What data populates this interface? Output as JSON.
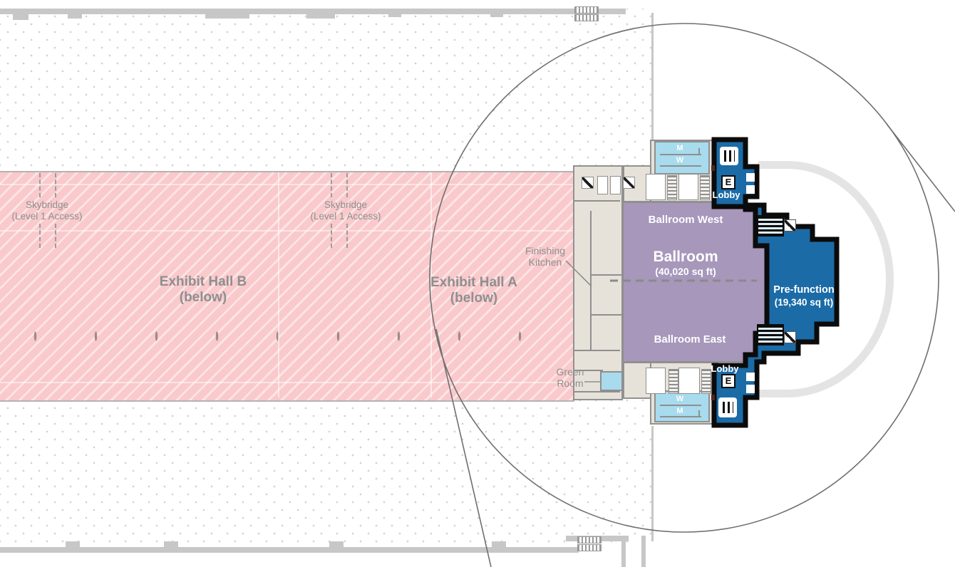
{
  "plan": {
    "exhibit_hall_b": {
      "name": "Exhibit Hall B",
      "below": "(below)"
    },
    "exhibit_hall_a": {
      "name": "Exhibit Hall A",
      "below": "(below)"
    },
    "skybridge_west": {
      "name": "Skybridge",
      "access": "(Level 1 Access)"
    },
    "skybridge_east": {
      "name": "Skybridge",
      "access": "(Level 1 Access)"
    },
    "finishing_kitchen": {
      "line1": "Finishing",
      "line2": "Kitchen"
    },
    "green_room": {
      "line1": "Green",
      "line2": "Room"
    },
    "ballroom": {
      "west": "Ballroom West",
      "name": "Ballroom",
      "area": "(40,020 sq ft)",
      "east": "Ballroom East"
    },
    "prefunction": {
      "name": "Pre-function",
      "area": "(19,340 sq ft)"
    },
    "lobby_north": "Lobby",
    "lobby_south": "Lobby",
    "elevator": "E",
    "restroom_north": {
      "top": "M",
      "bottom": "W"
    },
    "restroom_south": {
      "top": "W",
      "bottom": "M"
    }
  },
  "colors": {
    "exhibit_pink": "#f9c9cb",
    "ballroom_purple": "#a697bb",
    "prefunction_blue": "#1b6ba7",
    "restroom_blue": "#a7dbed",
    "corridor_beige": "#e7e2d9",
    "outline_gray": "#c7c7c7",
    "label_gray": "#8f8f8f",
    "magnifier_stroke": "#6f6f6f"
  }
}
